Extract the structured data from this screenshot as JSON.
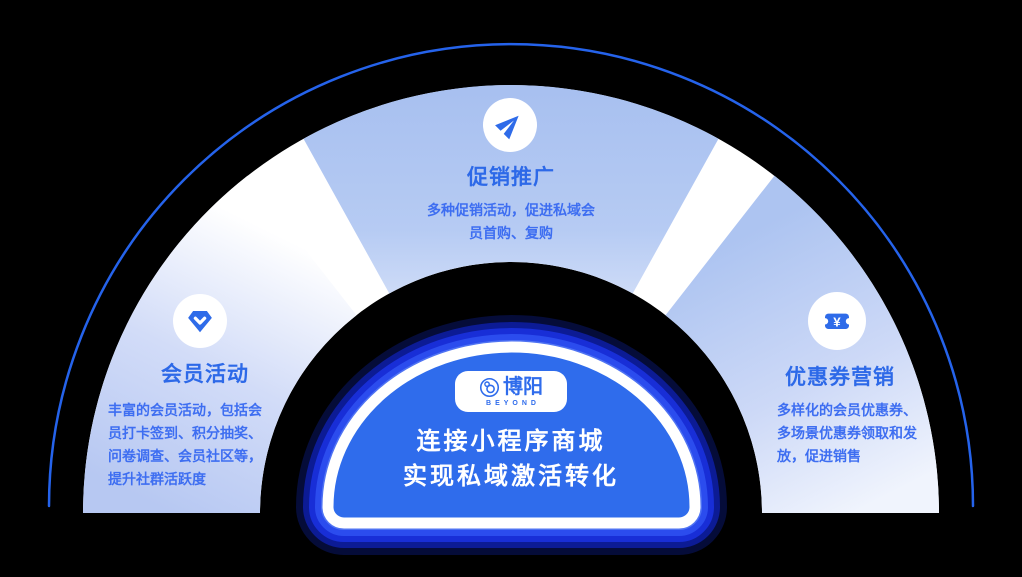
{
  "diagram": {
    "center": {
      "logo_cn": "博阳",
      "logo_en": "BEYOND",
      "title_line1": "连接小程序商城",
      "title_line2": "实现私域激活转化"
    },
    "top_section": {
      "icon": "paper-plane-icon",
      "title": "促销推广",
      "desc_line1": "多种促销活动，促进私域会",
      "desc_line2": "员首购、复购"
    },
    "left_section": {
      "icon": "diamond-icon",
      "title": "会员活动",
      "desc_line1": "丰富的会员活动，包括会",
      "desc_line2": "员打卡签到、积分抽奖、",
      "desc_line3": "问卷调查、会员社区等，",
      "desc_line4": "提升社群活跃度"
    },
    "right_section": {
      "icon": "coupon-icon",
      "icon_glyph": "¥",
      "title": "优惠券营销",
      "desc_line1": "多样化的会员优惠券、",
      "desc_line2": "多场景优惠券领取和发",
      "desc_line3": "放，促进销售"
    },
    "colors": {
      "background": "#000000",
      "outer_ring": "#2563eb",
      "sector_blue": "#a8c0f0",
      "sector_light": "#eff3fc",
      "wedge_white": "#ffffff",
      "title_text": "#2d69e8",
      "desc_text": "#3e6ef1",
      "dome_fill": "#2f6cec",
      "dome_border": "#ffffff",
      "glow_blue": "#1c36ee",
      "icon_blue": "#2e6be9",
      "icon_circle_bg": "#ffffff"
    }
  }
}
